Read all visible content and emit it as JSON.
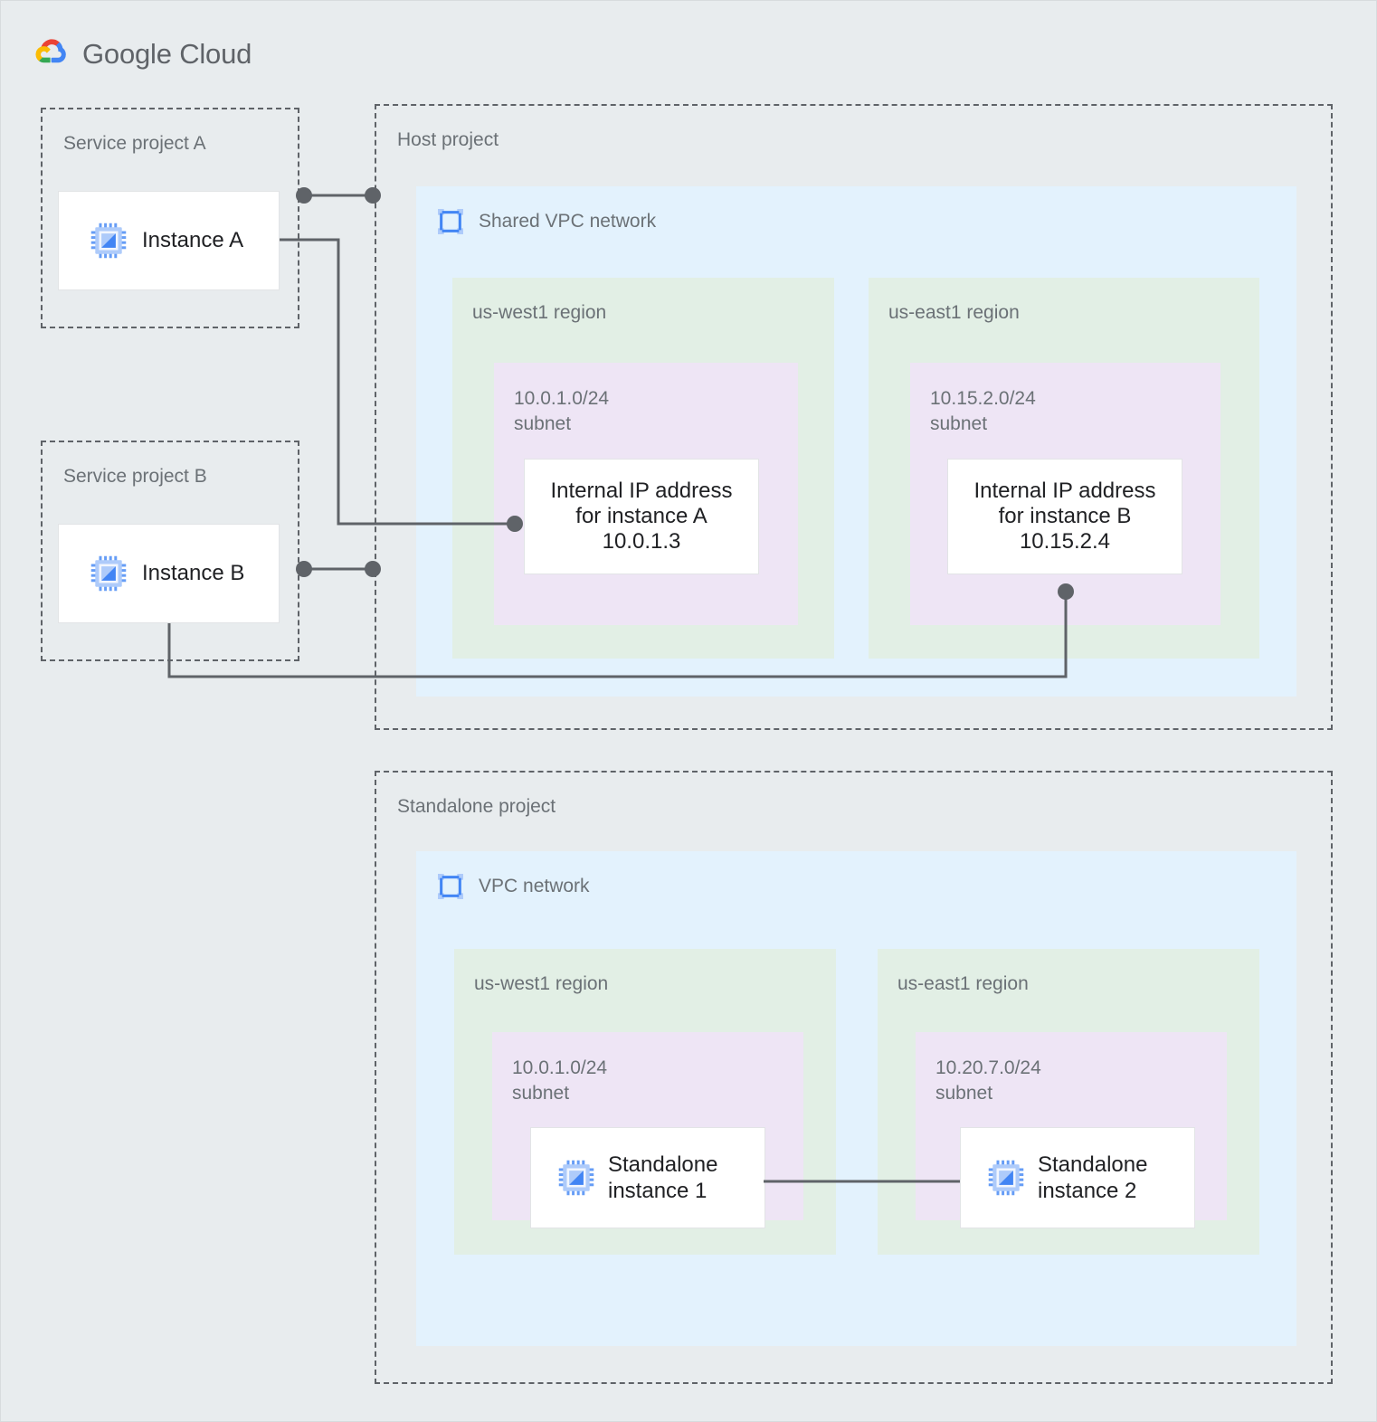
{
  "header": {
    "brand_primary": "Google",
    "brand_secondary": "Cloud",
    "logo_icon": "google-cloud-logo-icon",
    "colors": {
      "red": "#EA4335",
      "blue": "#4285F4",
      "yellow": "#FBBC04",
      "green": "#34A853"
    }
  },
  "palette": {
    "page_background": "#e8ecee",
    "vpc_fill": "#e3f2fd",
    "region_fill": "#e2efe5",
    "subnet_fill": "#eee5f5",
    "card_fill": "#ffffff",
    "dashed_border": "#5f6368",
    "label_text": "#6b7176",
    "body_text": "#202124",
    "wire": "#5f6368",
    "chip_icon_blue": "#669df6",
    "chip_icon_light": "#aecbfa"
  },
  "projects": {
    "service_a": {
      "label": "Service project A"
    },
    "service_b": {
      "label": "Service project B"
    },
    "host": {
      "label": "Host project"
    },
    "standalone": {
      "label": "Standalone project"
    }
  },
  "instances": {
    "a": {
      "label": "Instance A",
      "icon": "compute-instance-icon"
    },
    "b": {
      "label": "Instance B",
      "icon": "compute-instance-icon"
    },
    "standalone_1": {
      "label": "Standalone\ninstance 1",
      "icon": "compute-instance-icon"
    },
    "standalone_2": {
      "label": "Standalone\ninstance 2",
      "icon": "compute-instance-icon"
    }
  },
  "networks": {
    "shared_vpc": {
      "title": "Shared VPC network",
      "icon": "vpc-network-icon"
    },
    "standalone_vpc": {
      "title": "VPC network",
      "icon": "vpc-network-icon"
    }
  },
  "host_regions": [
    {
      "name": "us-west1 region",
      "subnet": "10.0.1.0/24\nsubnet",
      "ip_box": "Internal IP address\nfor instance A\n10.0.1.3"
    },
    {
      "name": "us-east1 region",
      "subnet": "10.15.2.0/24\nsubnet",
      "ip_box": "Internal IP address\nfor instance B\n10.15.2.4"
    }
  ],
  "standalone_regions": [
    {
      "name": "us-west1 region",
      "subnet": "10.0.1.0/24\nsubnet"
    },
    {
      "name": "us-east1 region",
      "subnet": "10.20.7.0/24\nsubnet"
    }
  ]
}
